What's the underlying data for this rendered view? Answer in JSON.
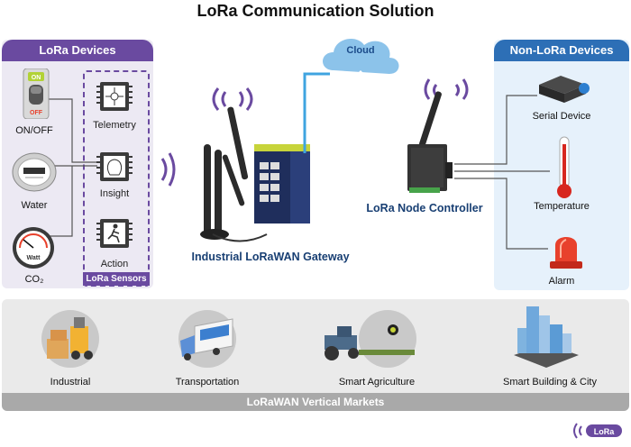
{
  "title": "LoRa Communication Solution",
  "left_panel": {
    "header": "LoRa Devices",
    "devices": [
      {
        "label": "ON/OFF",
        "icon": "switch-icon",
        "switch_on": "ON",
        "switch_off": "OFF"
      },
      {
        "label": "Water",
        "icon": "water-meter-icon"
      },
      {
        "label": "CO₂",
        "icon": "co2-gauge-icon",
        "gauge_text": "Watt"
      }
    ],
    "sensors": [
      {
        "label": "Telemetry",
        "icon": "telemetry-chip-icon"
      },
      {
        "label": "Insight",
        "icon": "insight-chip-icon"
      },
      {
        "label": "Action",
        "icon": "action-chip-icon"
      }
    ],
    "sensors_footer": "LoRa Sensors"
  },
  "cloud": {
    "label": "Cloud"
  },
  "gateway": {
    "label": "Industrial LoRaWAN Gateway"
  },
  "node_controller": {
    "label": "LoRa Node Controller"
  },
  "right_panel": {
    "header": "Non-LoRa Devices",
    "devices": [
      {
        "label": "Serial Device",
        "icon": "serial-device-icon"
      },
      {
        "label": "Temperature",
        "icon": "thermometer-icon"
      },
      {
        "label": "Alarm",
        "icon": "alarm-light-icon"
      }
    ]
  },
  "markets": {
    "items": [
      {
        "label": "Industrial",
        "icon": "forklift-icon"
      },
      {
        "label": "Transportation",
        "icon": "truck-icon"
      },
      {
        "label": "Smart Agriculture",
        "icon": "tractor-icon"
      },
      {
        "label": "Smart Building & City",
        "icon": "city-icon"
      }
    ],
    "footer": "LoRaWAN Vertical Markets"
  },
  "logo": {
    "text": "LoRa"
  },
  "colors": {
    "purple": "#6a4aa0",
    "blue": "#2d6fb6",
    "navy": "#183f73",
    "cloud": "#8cc3ea"
  }
}
